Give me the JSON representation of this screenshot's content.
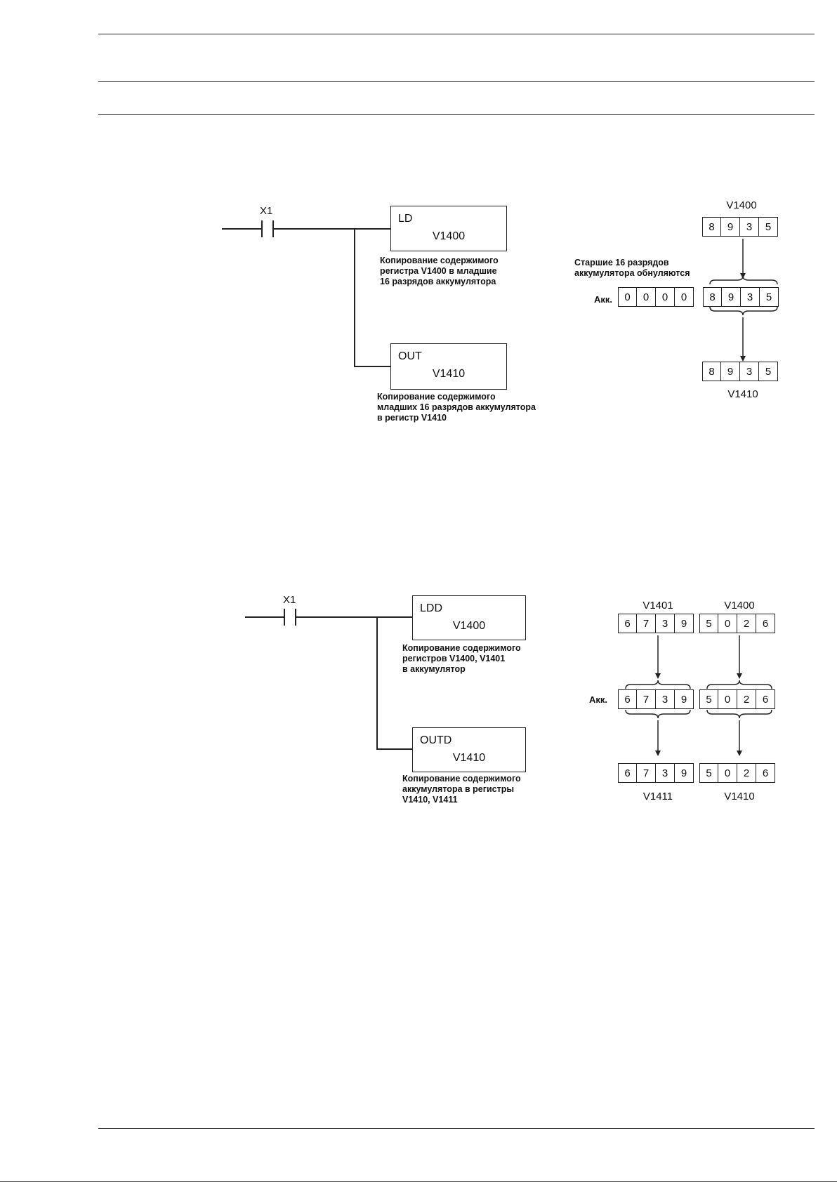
{
  "example1": {
    "contact_label": "X1",
    "load_box": {
      "op": "LD",
      "reg": "V1400"
    },
    "load_note": "Копирование содержимого\nрегистра V1400 в младшие\n16 разрядов аккумулятора",
    "out_box": {
      "op": "OUT",
      "reg": "V1410"
    },
    "out_note": "Копирование содержимого\nмладших 16 разрядов аккумулятора\nв регистр V1410",
    "source_label": "V1400",
    "source_digits": [
      "8",
      "9",
      "3",
      "5"
    ],
    "upper_note": "Старшие 16 разрядов\nаккумулятора обнуляются",
    "acc_label": "Акк.",
    "acc_high_digits": [
      "0",
      "0",
      "0",
      "0"
    ],
    "acc_low_digits": [
      "8",
      "9",
      "3",
      "5"
    ],
    "dest_digits": [
      "8",
      "9",
      "3",
      "5"
    ],
    "dest_label": "V1410"
  },
  "example2": {
    "contact_label": "X1",
    "load_box": {
      "op": "LDD",
      "reg": "V1400"
    },
    "load_note": "Копирование содержимого\nрегистров V1400, V1401\nв аккумулятор",
    "out_box": {
      "op": "OUTD",
      "reg": "V1410"
    },
    "out_note": "Копирование содержимого\nаккумулятора в регистры\nV1410, V1411",
    "src_high_label": "V1401",
    "src_low_label": "V1400",
    "src_high_digits": [
      "6",
      "7",
      "3",
      "9"
    ],
    "src_low_digits": [
      "5",
      "0",
      "2",
      "6"
    ],
    "acc_label": "Акк.",
    "acc_high_digits": [
      "6",
      "7",
      "3",
      "9"
    ],
    "acc_low_digits": [
      "5",
      "0",
      "2",
      "6"
    ],
    "dest_high_digits": [
      "6",
      "7",
      "3",
      "9"
    ],
    "dest_low_digits": [
      "5",
      "0",
      "2",
      "6"
    ],
    "dest_high_label": "V1411",
    "dest_low_label": "V1410"
  }
}
